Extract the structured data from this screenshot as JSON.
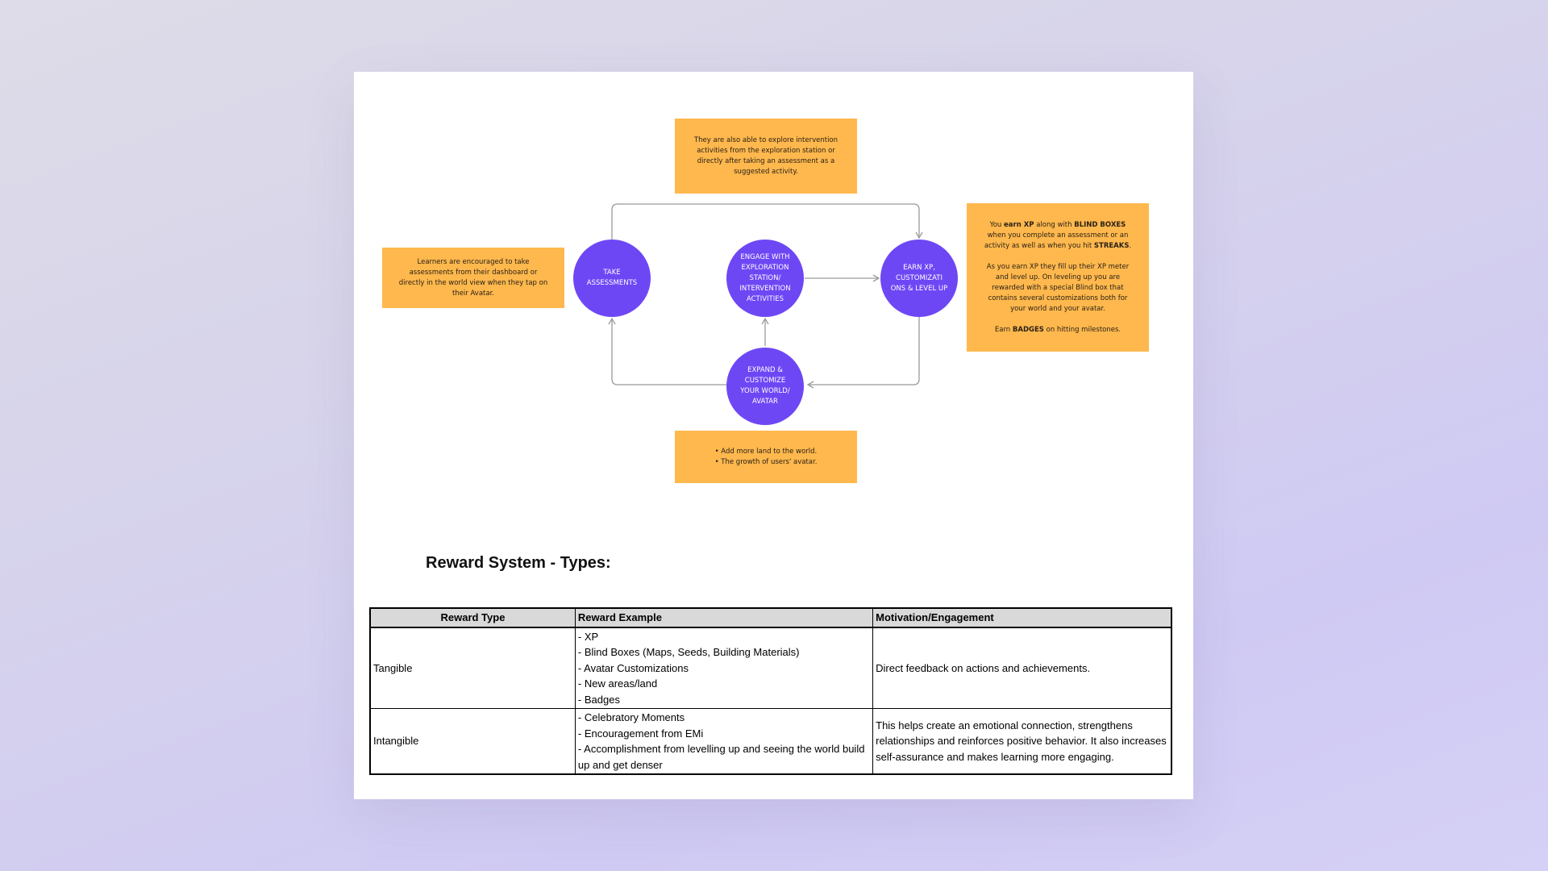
{
  "colors": {
    "note_fill": "#ffb84d",
    "node_fill": "#6e47f5",
    "connector": "#9a9a9a"
  },
  "diagram": {
    "note_top": "They are also able to explore intervention activities from the exploration station or directly after taking an assessment as a suggested activity.",
    "note_left": "Learners are encouraged to take assessments from their dashboard or directly in the world view when they tap on their Avatar.",
    "note_right": {
      "p1_pre": "You ",
      "p1_b1": "earn XP",
      "p1_mid": " along with ",
      "p1_b2": "BLIND BOXES",
      "p1_post": " when you complete an assessment or an activity as well as when you hit ",
      "p1_b3": "STREAKS",
      "p1_end": ".",
      "p2": "As you earn XP they fill up their XP meter and level up. On leveling up you are rewarded with a special Blind box that contains several customizations both for your world and your avatar.",
      "p3_pre": "Earn ",
      "p3_b": "BADGES",
      "p3_post": " on hitting milestones."
    },
    "note_bottom": [
      "Add more land to the world.",
      "The growth of users' avatar."
    ],
    "nodes": {
      "take": [
        "TAKE",
        "ASSESSMENTS"
      ],
      "engage": [
        "ENGAGE WITH",
        "EXPLORATION",
        "STATION/",
        "INTERVENTION",
        "ACTIVITIES"
      ],
      "earn": [
        "EARN XP,",
        "CUSTOMIZATI",
        "ONS & LEVEL UP"
      ],
      "expand": [
        "EXPAND &",
        "CUSTOMIZE",
        "YOUR WORLD/",
        "AVATAR"
      ]
    }
  },
  "section_title": "Reward System - Types:",
  "table": {
    "headers": [
      "Reward Type",
      "Reward Example",
      "Motivation/Engagement"
    ],
    "rows": [
      {
        "type": "Tangible",
        "examples": [
          "- XP",
          "- Blind Boxes (Maps, Seeds, Building Materials)",
          "- Avatar Customizations",
          "- New areas/land",
          "- Badges"
        ],
        "motivation": "Direct feedback on actions and achievements."
      },
      {
        "type": "Intangible",
        "examples": [
          "- Celebratory Moments",
          "- Encouragement from EMi",
          "- Accomplishment from levelling up and seeing the world build up and get denser"
        ],
        "motivation": "This helps create an emotional connection, strengthens relationships and reinforces positive behavior. It also increases self-assurance and makes learning more engaging."
      }
    ]
  }
}
